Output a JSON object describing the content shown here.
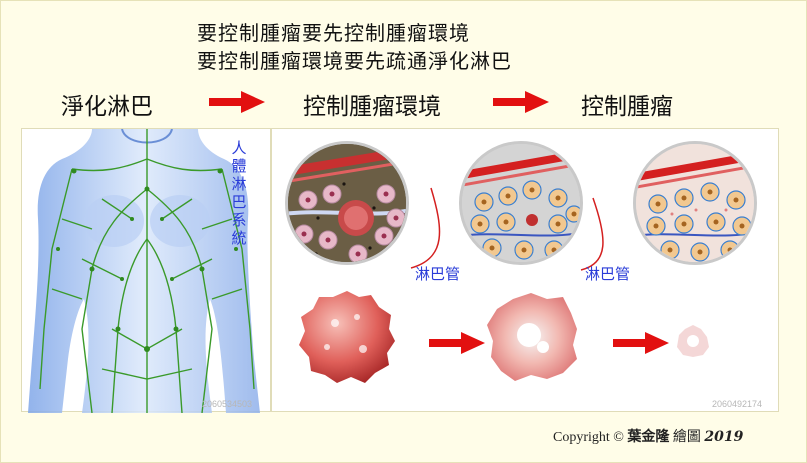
{
  "headline": {
    "line1": "要控制腫瘤要先控制腫瘤環境",
    "line2": "要控制腫瘤環境要先疏通淨化淋巴"
  },
  "steps": {
    "step1": "淨化淋巴",
    "step2": "控制腫瘤環境",
    "step3": "控制腫瘤"
  },
  "left_panel": {
    "vertical_label": [
      "人",
      "體",
      "淋",
      "巴",
      "系",
      "統"
    ],
    "stock_id": "2060534503"
  },
  "right_panel": {
    "vessel_label_1": "淋巴管",
    "vessel_label_2": "淋巴管",
    "stock_id": "2060492174"
  },
  "footer": {
    "copyright_prefix": "Copyright © ",
    "author": "葉金隆",
    "drawn": "繪圖",
    "year": "2019"
  },
  "colors": {
    "arrow_red": "#e21010",
    "label_blue": "#2a3cd8",
    "vessel_red": "#d42020",
    "background": "#fffde8"
  }
}
